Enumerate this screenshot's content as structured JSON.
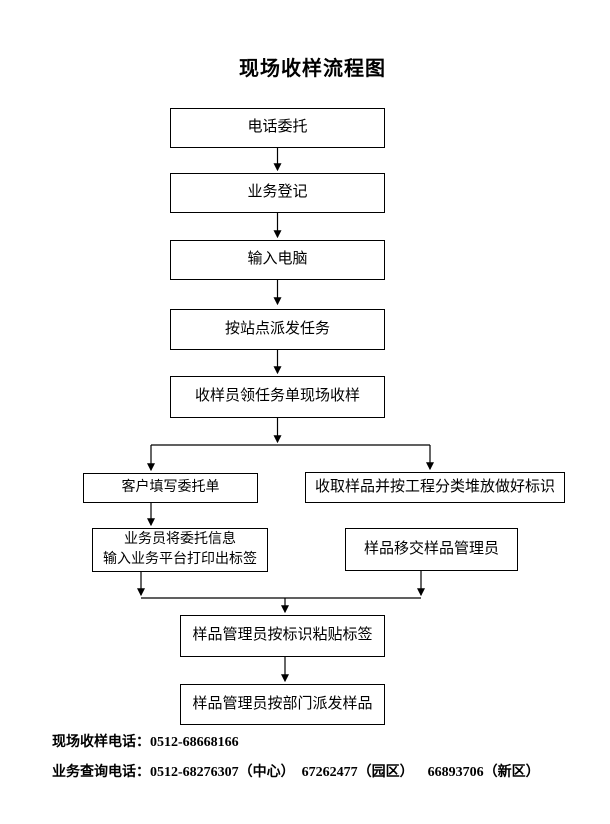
{
  "page": {
    "title": "现场收样流程图",
    "background_color": "#ffffff",
    "line_color": "#000000"
  },
  "nodes": {
    "phone_commission": "电话委托",
    "business_registration": "业务登记",
    "computer_entry": "输入电脑",
    "dispatch_by_station": "按站点派发任务",
    "collector_receives_task": "收样员领任务单现场收样",
    "customer_fills_form": "客户填写委托单",
    "collect_and_classify": "收取样品并按工程分类堆放做好标识",
    "clerk_inputs_prints": "业务员将委托信息\n输入业务平台打印出标签",
    "transfer_to_manager": "样品移交样品管理员",
    "manager_sticks_labels": "样品管理员按标识粘贴标签",
    "manager_distributes": "样品管理员按部门派发样品"
  },
  "footer": {
    "onsite_phone": "现场收样电话：0512-68668166",
    "inquiry_phone": "业务查询电话：0512-68276307（中心）  67262477（园区）    66893706（新区）"
  }
}
